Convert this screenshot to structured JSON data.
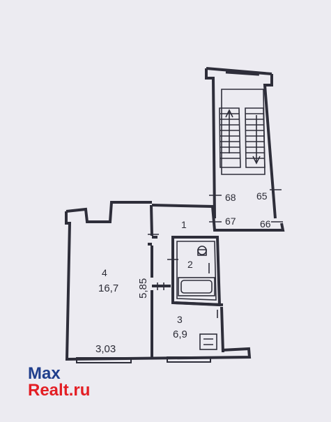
{
  "rooms": [
    {
      "number": "1"
    },
    {
      "number": "2"
    },
    {
      "number": "3",
      "area": "6,9"
    },
    {
      "number": "4",
      "area": "16,7"
    }
  ],
  "dimensions": {
    "room4_length": "5,85",
    "room4_width": "3,03"
  },
  "neighbor_labels": [
    "68",
    "65",
    "67",
    "66"
  ],
  "watermark": {
    "line1": "Max",
    "line2": "Realt.ru"
  },
  "colors": {
    "paper": "#ecebf1",
    "lines": "#2e2e3a",
    "watermark_blue": "#1f3e8c",
    "watermark_red": "#e31e24"
  }
}
